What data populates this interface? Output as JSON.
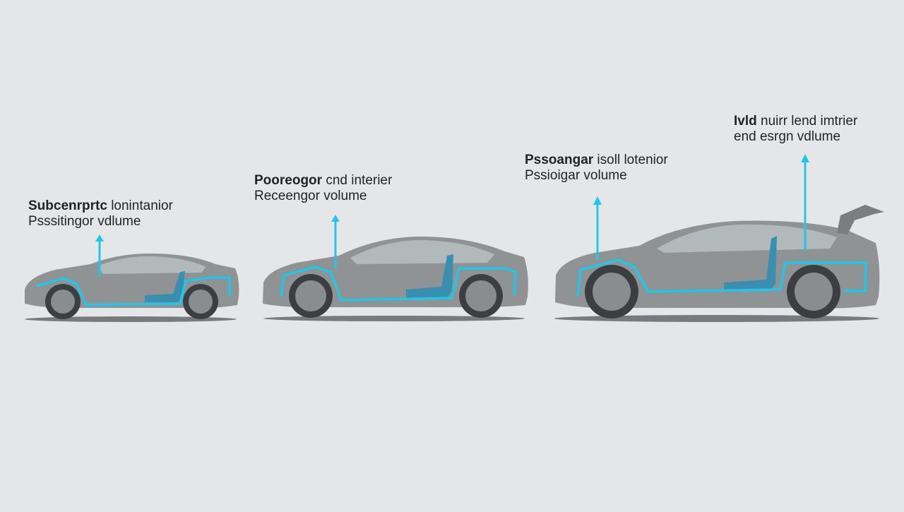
{
  "colors": {
    "background": "#e4e6e7",
    "car_body": "#8f9394",
    "car_body_dark": "#7a7e80",
    "window": "#b9bfc2",
    "wheel_tire": "#3c3f41",
    "wheel_rim": "#8a8d8f",
    "accent": "#1fc8ea",
    "seat": "#3a8fb0",
    "shadow": "#4a4d50",
    "text": "#1f2326"
  },
  "cars": [
    {
      "name": "small-car",
      "label_bold": "Subcenrprtc",
      "label_rest": " lonintanior",
      "label_line2": "Psssitingor vdlume"
    },
    {
      "name": "medium-car",
      "label_bold": "Pooreogor",
      "label_rest": " cnd interier",
      "label_line2": "Receengor volume"
    },
    {
      "name": "large-car",
      "label_bold": "Pssoangar",
      "label_rest": " isoll lotenior",
      "label_line2": "Pssioigar volume"
    }
  ],
  "cargo_label": {
    "label_bold": "Ivld",
    "label_rest": " nuirr lend imtrier",
    "label_line2": "end esrgn vdlume"
  }
}
